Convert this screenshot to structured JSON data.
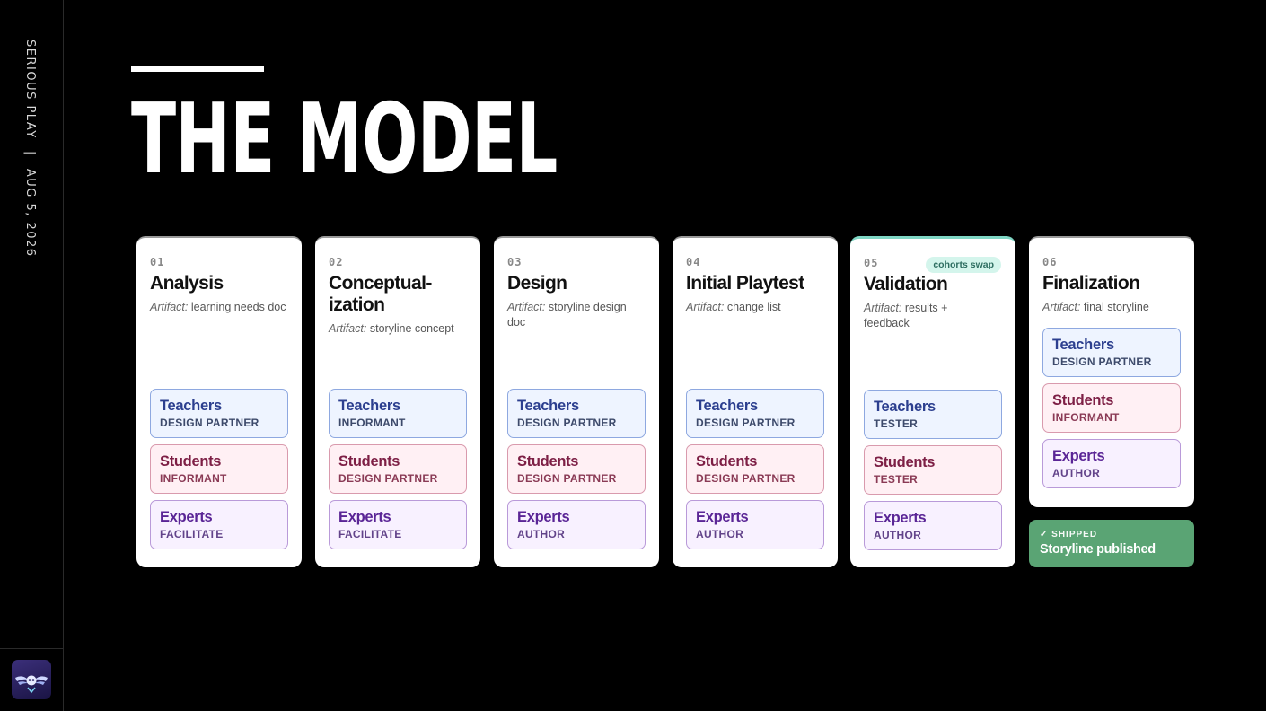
{
  "sidebar": {
    "brand": "SERIOUS PLAY",
    "separator": "|",
    "date": "AUG 5, 2026"
  },
  "slide": {
    "title": "THE MODEL"
  },
  "artifact_prefix": "Artifact:",
  "stages": [
    {
      "num": "01",
      "name": "Analysis",
      "artifact": "learning needs doc",
      "roles": [
        {
          "group": "Teachers",
          "role": "DESIGN PARTNER"
        },
        {
          "group": "Students",
          "role": "INFORMANT"
        },
        {
          "group": "Experts",
          "role": "FACILITATE"
        }
      ]
    },
    {
      "num": "02",
      "name": "Conceptual-ization",
      "artifact": "storyline concept",
      "roles": [
        {
          "group": "Teachers",
          "role": "INFORMANT"
        },
        {
          "group": "Students",
          "role": "DESIGN PARTNER"
        },
        {
          "group": "Experts",
          "role": "FACILITATE"
        }
      ]
    },
    {
      "num": "03",
      "name": "Design",
      "artifact": "storyline design doc",
      "roles": [
        {
          "group": "Teachers",
          "role": "DESIGN PARTNER"
        },
        {
          "group": "Students",
          "role": "DESIGN PARTNER"
        },
        {
          "group": "Experts",
          "role": "AUTHOR"
        }
      ]
    },
    {
      "num": "04",
      "name": "Initial Playtest",
      "artifact": "change list",
      "roles": [
        {
          "group": "Teachers",
          "role": "DESIGN PARTNER"
        },
        {
          "group": "Students",
          "role": "DESIGN PARTNER"
        },
        {
          "group": "Experts",
          "role": "AUTHOR"
        }
      ]
    },
    {
      "num": "05",
      "name": "Validation",
      "artifact": "results + feedback",
      "badge": "cohorts swap",
      "roles": [
        {
          "group": "Teachers",
          "role": "TESTER"
        },
        {
          "group": "Students",
          "role": "TESTER"
        },
        {
          "group": "Experts",
          "role": "AUTHOR"
        }
      ]
    },
    {
      "num": "06",
      "name": "Finalization",
      "artifact": "final storyline",
      "roles": [
        {
          "group": "Teachers",
          "role": "DESIGN PARTNER"
        },
        {
          "group": "Students",
          "role": "INFORMANT"
        },
        {
          "group": "Experts",
          "role": "AUTHOR"
        }
      ]
    }
  ],
  "shipped": {
    "tag": "✓ SHIPPED",
    "text": "Storyline published"
  }
}
